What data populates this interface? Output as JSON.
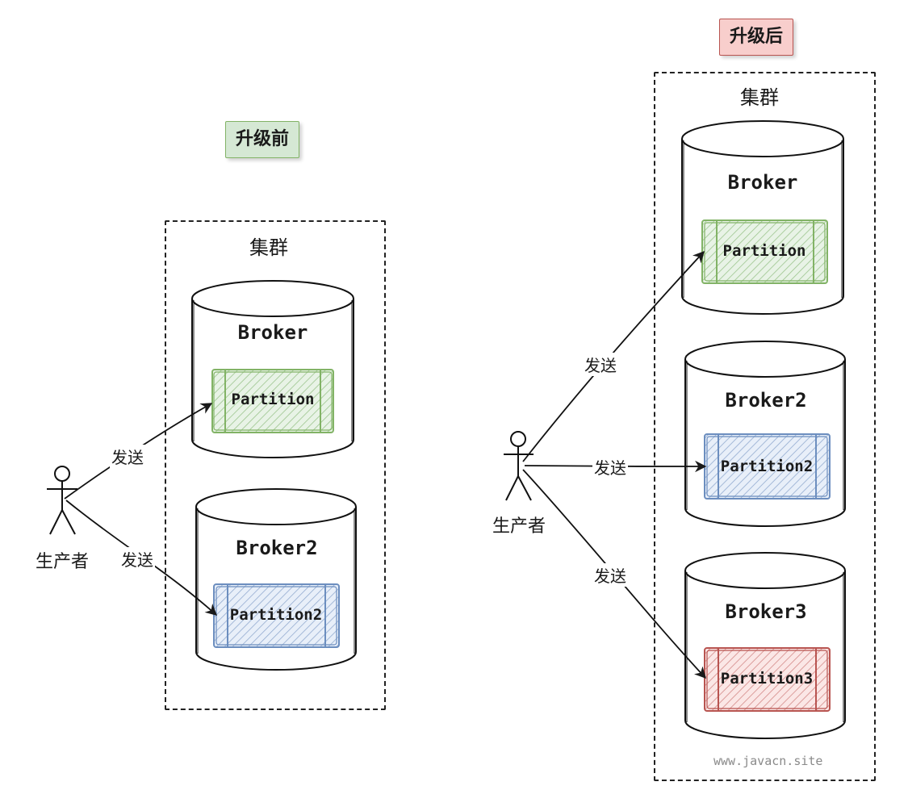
{
  "before": {
    "badge": "升级前",
    "cluster_label": "集群",
    "brokers": [
      {
        "name": "Broker",
        "partition": "Partition"
      },
      {
        "name": "Broker2",
        "partition": "Partition2"
      }
    ],
    "producer": "生产者",
    "edges": [
      "发送",
      "发送"
    ]
  },
  "after": {
    "badge": "升级后",
    "cluster_label": "集群",
    "brokers": [
      {
        "name": "Broker",
        "partition": "Partition"
      },
      {
        "name": "Broker2",
        "partition": "Partition2"
      },
      {
        "name": "Broker3",
        "partition": "Partition3"
      }
    ],
    "producer": "生产者",
    "edges": [
      "发送",
      "发送",
      "发送"
    ]
  },
  "watermark": "www.javacn.site",
  "colors": {
    "green_fill": "#d5e8d4",
    "green_stroke": "#82b366",
    "blue_fill": "#dae8fc",
    "blue_stroke": "#6c8ebf",
    "red_fill": "#f8cecc",
    "red_stroke": "#b85450"
  }
}
